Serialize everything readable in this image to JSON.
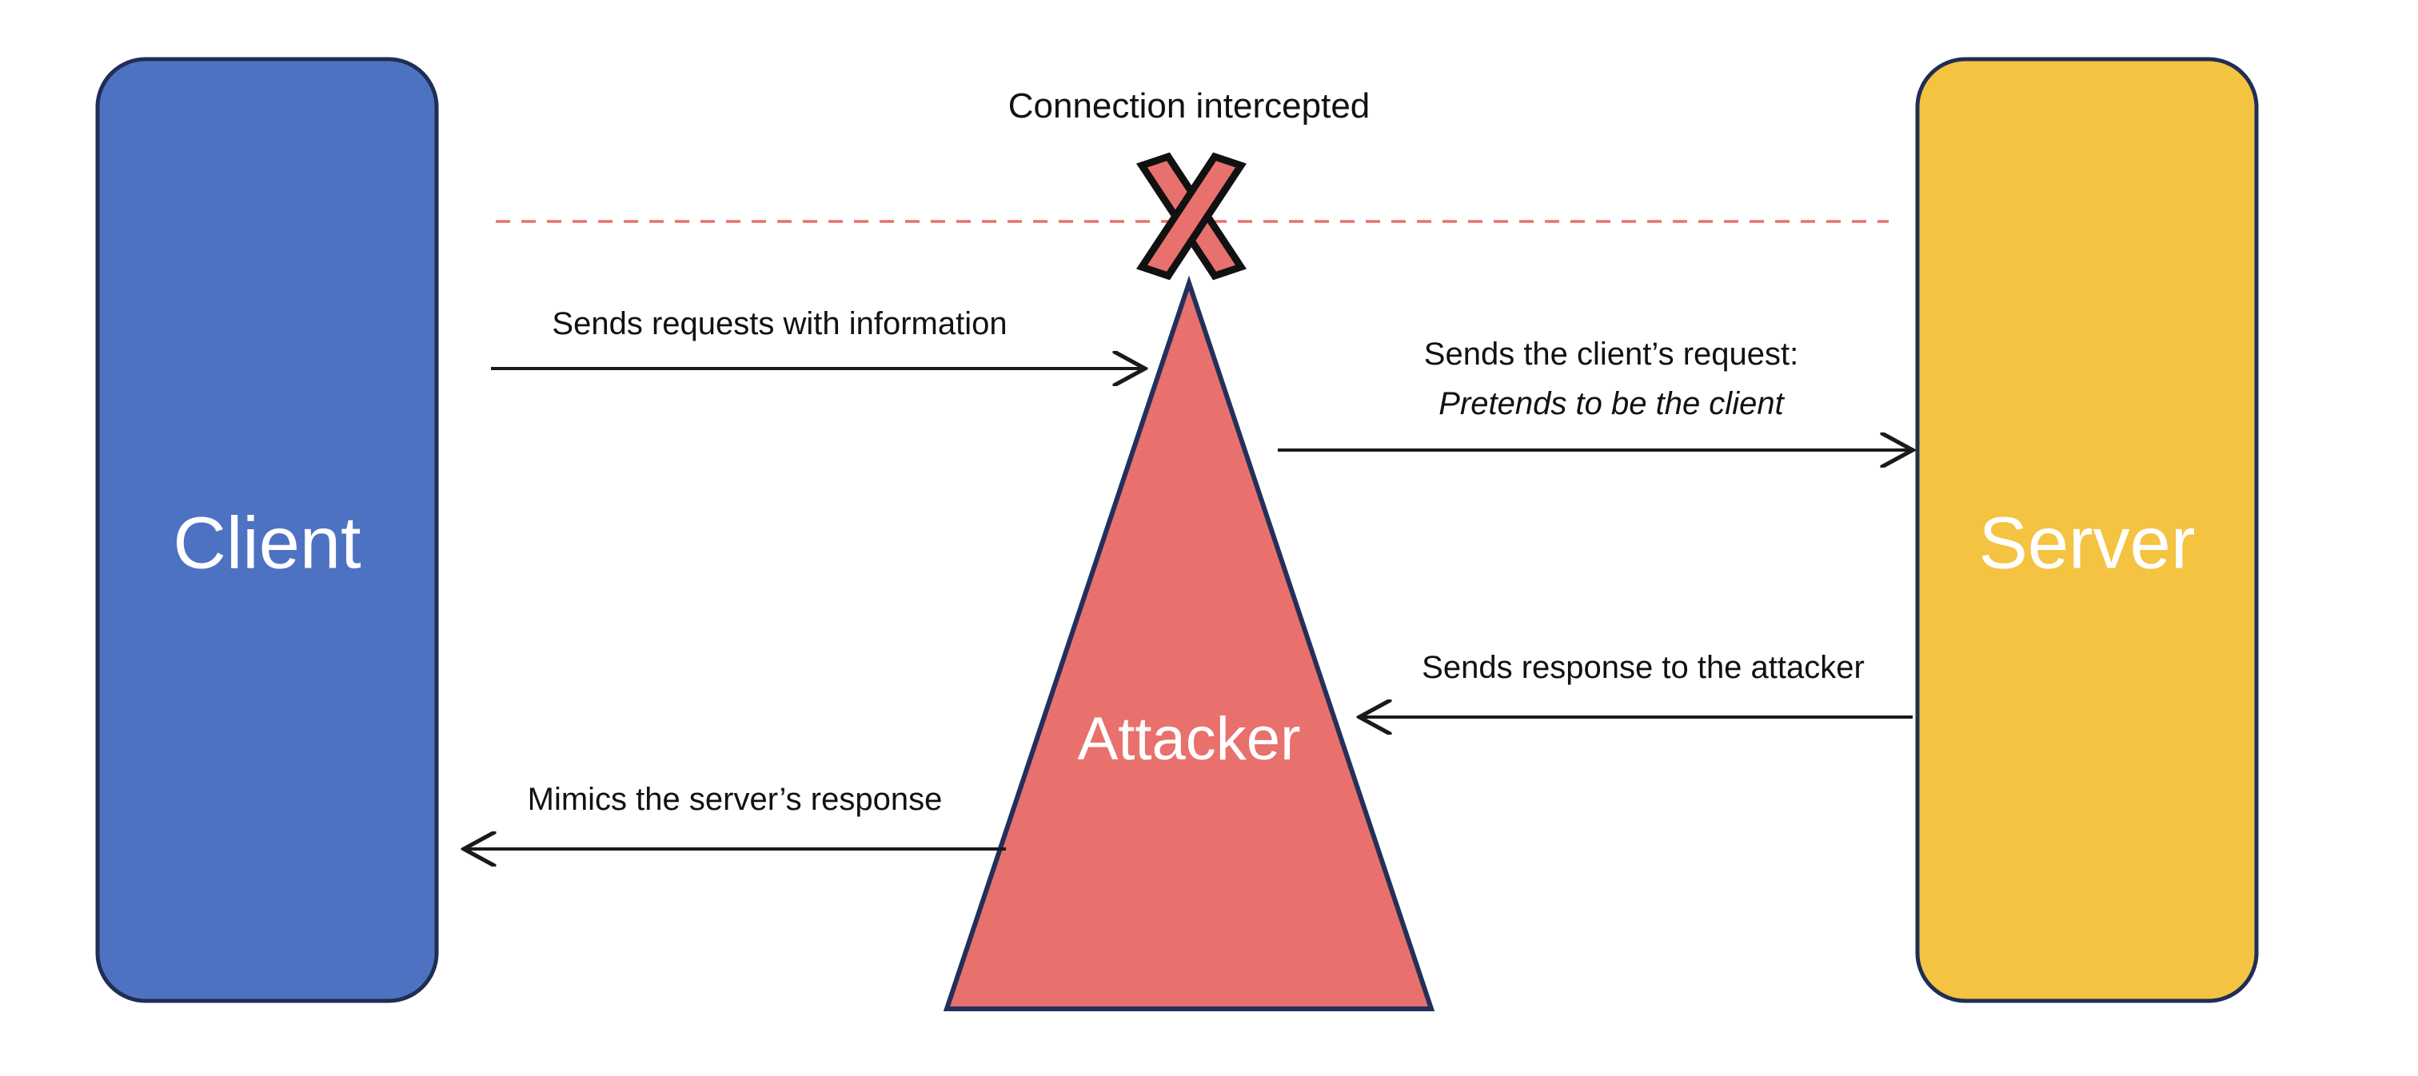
{
  "diagram": {
    "title": "Connection intercepted",
    "background": "#ffffff",
    "nodes": {
      "client": {
        "label": "Client",
        "shape": "rounded-rectangle",
        "fill": "#4E72C2",
        "stroke": "#1F2E55",
        "text_color": "#ffffff"
      },
      "server": {
        "label": "Server",
        "shape": "rounded-rectangle",
        "fill": "#F4C342",
        "stroke": "#1F2E55",
        "text_color": "#ffffff"
      },
      "attacker": {
        "label": "Attacker",
        "shape": "triangle",
        "fill": "#E8716D",
        "stroke": "#22305A",
        "text_color": "#ffffff"
      }
    },
    "marks": {
      "cross": {
        "name": "red-x-mark",
        "fill": "#E8716D",
        "stroke": "#111111"
      },
      "dashed_line": {
        "name": "intercepted-connection-line",
        "color": "#E8716D",
        "style": "dashed"
      }
    },
    "edges": [
      {
        "id": "client-to-attacker",
        "label_lines": [
          "Sends requests with information"
        ],
        "direction": "right",
        "from": "client",
        "to": "attacker"
      },
      {
        "id": "attacker-to-server",
        "label_lines": [
          "Sends the client’s request:",
          "Pretends to be the client"
        ],
        "italic_lines": [
          false,
          true
        ],
        "direction": "right",
        "from": "attacker",
        "to": "server"
      },
      {
        "id": "server-to-attacker",
        "label_lines": [
          "Sends response to the attacker"
        ],
        "direction": "left",
        "from": "server",
        "to": "attacker"
      },
      {
        "id": "attacker-to-client",
        "label_lines": [
          "Mimics the server’s response"
        ],
        "direction": "left",
        "from": "attacker",
        "to": "client"
      }
    ]
  }
}
